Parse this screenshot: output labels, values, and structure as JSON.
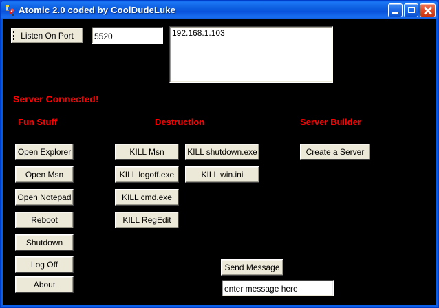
{
  "window": {
    "title": "Atomic 2.0 coded by CoolDudeLuke",
    "icon": "atomic-rocket-icon",
    "controls": {
      "minimize": "minimize-button",
      "maximize": "maximize-button",
      "close": "close-button"
    },
    "frame_color": "#0054e3",
    "client_bg": "#000000"
  },
  "top": {
    "listen_button": "Listen On Port",
    "port_value": "5520",
    "port_placeholder": "",
    "connections": [
      "192.168.1.103"
    ],
    "status": "Server Connected!",
    "status_color": "#ff0000"
  },
  "sections": {
    "fun": "Fun Stuff",
    "destruction": "Destruction",
    "builder": "Server Builder"
  },
  "fun_buttons": [
    "Open Explorer",
    "Open Msn",
    "Open Notepad",
    "Reboot",
    "Shutdown",
    "Log Off",
    "About"
  ],
  "kill_buttons_col1": [
    "KILL Msn",
    "KILL logoff.exe",
    "KILL cmd.exe",
    "KILL RegEdit"
  ],
  "kill_buttons_col2": [
    "KILL shutdown.exe",
    "KILL win.ini"
  ],
  "builder_buttons": [
    "Create a Server"
  ],
  "message": {
    "send_button": "Send Message",
    "input_value": "enter message here"
  }
}
